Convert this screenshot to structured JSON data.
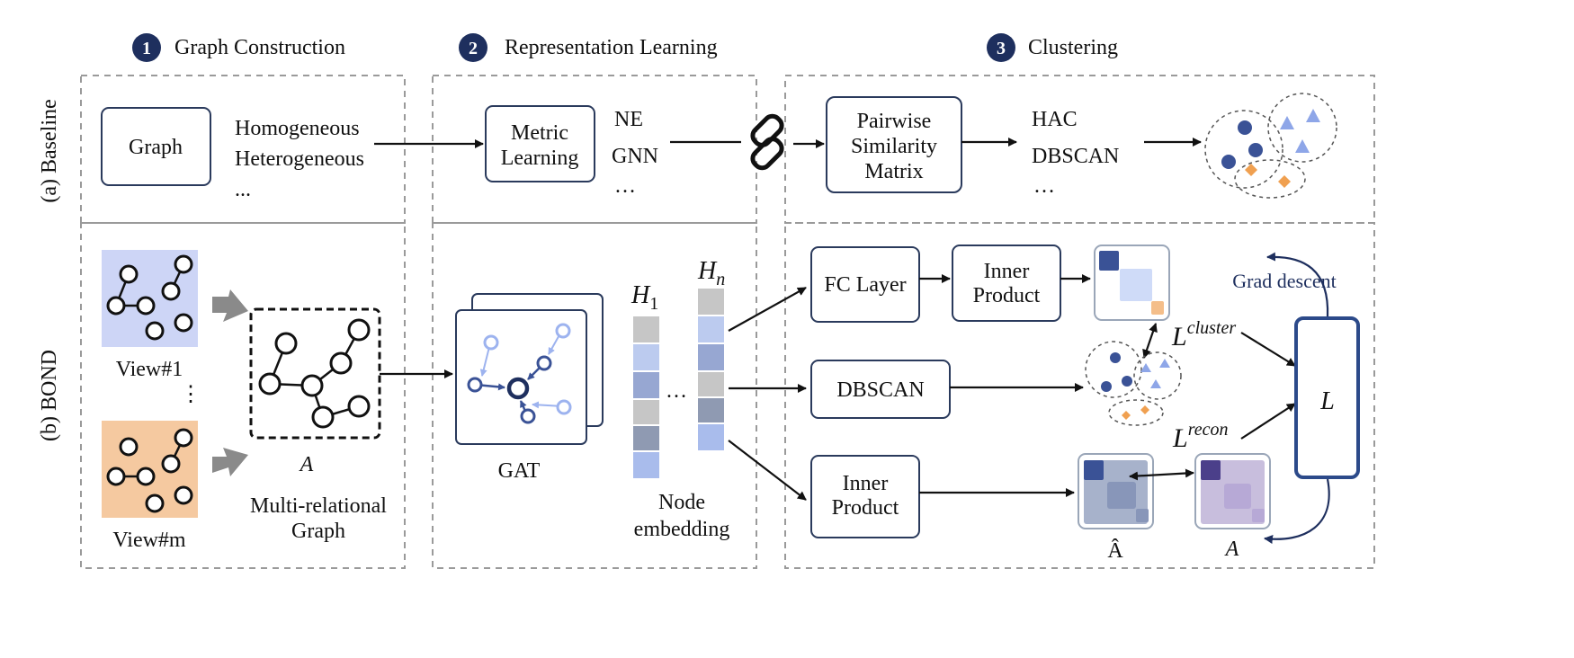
{
  "stages": [
    {
      "number": "1",
      "title": "Graph Construction"
    },
    {
      "number": "2",
      "title": "Representation Learning"
    },
    {
      "number": "3",
      "title": "Clustering"
    }
  ],
  "rows": {
    "baseline": "(a) Baseline",
    "bond": "(b) BOND"
  },
  "baseline": {
    "graph_box": "Graph",
    "graph_types": [
      "Homogeneous",
      "Heterogeneous",
      "..."
    ],
    "metric_box": [
      "Metric",
      "Learning"
    ],
    "metric_methods": [
      "NE",
      "GNN",
      "…"
    ],
    "similarity_box": [
      "Pairwise",
      "Similarity",
      "Matrix"
    ],
    "cluster_methods": [
      "HAC",
      "DBSCAN",
      "…"
    ]
  },
  "bond": {
    "view1": "View#1",
    "view_dots": "⋮",
    "viewm": "View#m",
    "adj_label": "A",
    "multi_graph": [
      "Multi-relational",
      "Graph"
    ],
    "gat": "GAT",
    "h1": "H",
    "h1_sub": "1",
    "hn": "H",
    "hn_sub": "n",
    "ellipsis": "…",
    "node_embedding": [
      "Node",
      "embedding"
    ],
    "fc_layer": "FC Layer",
    "inner_product_top": [
      "Inner",
      "Product"
    ],
    "dbscan": "DBSCAN",
    "inner_product_bottom": [
      "Inner",
      "Product"
    ],
    "a_hat": "Â",
    "a_label": "A",
    "l_cluster": "L",
    "l_cluster_sup": "cluster",
    "l_recon": "L",
    "l_recon_sup": "recon",
    "loss": "L",
    "grad_descent": "Grad descent"
  },
  "colors": {
    "navy": "#1e2f5e",
    "grey_dash": "#9a9a9a",
    "view1_bg": "#cdd5f6",
    "viewm_bg": "#f5c9a0",
    "blue_dark": "#3a5296",
    "blue_light": "#8ea6e8",
    "orange": "#f0a050",
    "purple_dark": "#4b3f8a",
    "purple_light": "#c2b6dd"
  }
}
